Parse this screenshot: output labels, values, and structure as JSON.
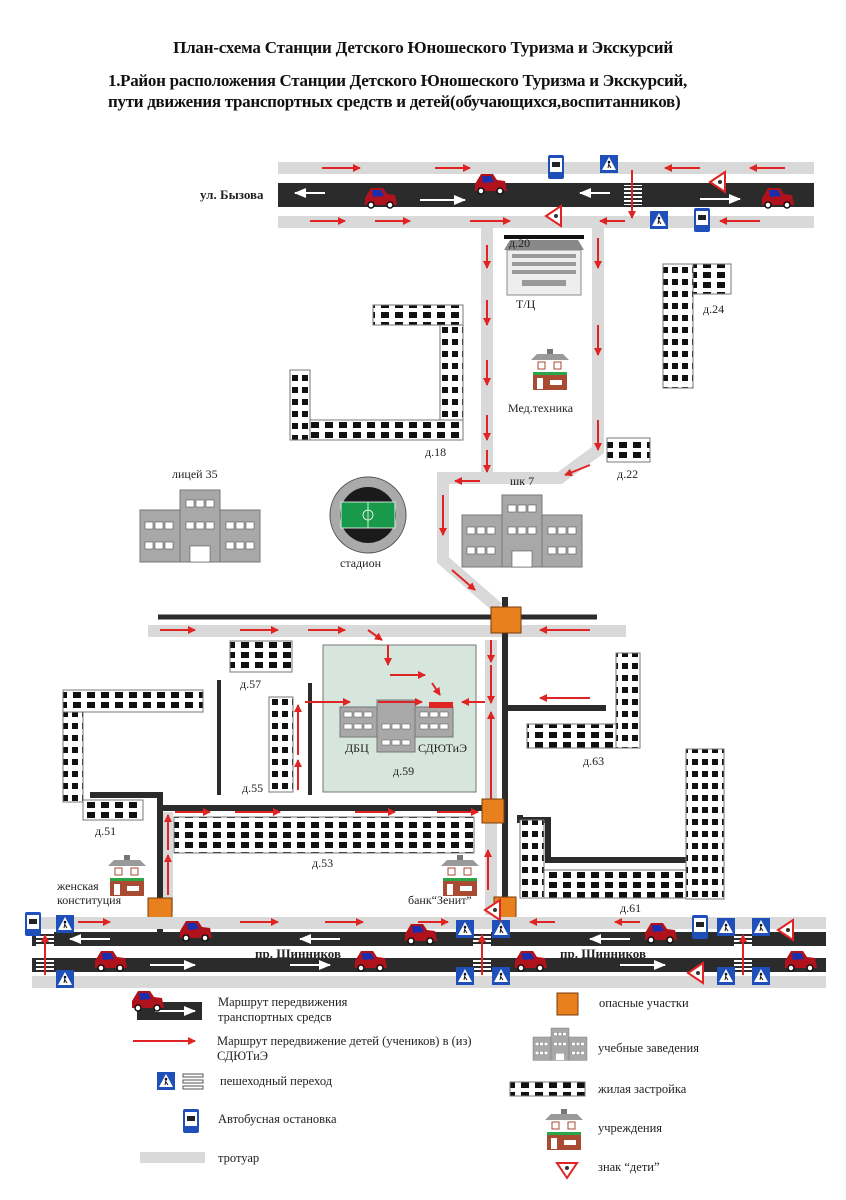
{
  "header": {
    "title": "План-схема Станции Детского Юношеского Туризма и Экскурсий",
    "subtitle_line1": "1.Район расположения Станции Детского Юношеского Туризма и Экскурсий,",
    "subtitle_line2": "пути движения транспортных средств и детей(обучающихся,воспитанников)"
  },
  "colors": {
    "road": "#2b2b2b",
    "sidewalk": "#d9d9d9",
    "route_arrow": "#e02424",
    "danger_zone": "#e8801e",
    "school_building": "#a8a8a8",
    "target_area": "#d6e6dc",
    "sign_blue": "#1f4fb8",
    "car": "#b0121b"
  },
  "streets": {
    "top": "ул. Бызова",
    "bottom_left": "пр. Шинников",
    "bottom_right": "пр. Шинников"
  },
  "labels": {
    "d20": "д.20",
    "tc": "Т/Ц",
    "med": "Мед.техника",
    "d24": "д.24",
    "d18": "д.18",
    "d22": "д.22",
    "lyceum": "лицей 35",
    "stadium": "стадион",
    "school7": "шк 7",
    "d57": "д.57",
    "d55": "д.55",
    "dbc": "ДБЦ",
    "sdyute": "СДЮТиЭ",
    "d59": "д.59",
    "d63": "д.63",
    "d51": "д.51",
    "d53": "д.53",
    "womens1": "женская",
    "womens2": "конституция",
    "bank": "банк“Зенит”",
    "d61": "д.61"
  },
  "legend": {
    "items": [
      {
        "icon": "car-road-icon",
        "label": "Маршрут передвижения транспортных средсв"
      },
      {
        "icon": "red-arrow-icon",
        "label": "Маршрут передвижение детей (учеников) в (из) СДЮТиЭ"
      },
      {
        "icon": "pedestrian-crossing-icon",
        "label": "пешеходный переход"
      },
      {
        "icon": "bus-stop-icon",
        "label": "Автобусная остановка"
      },
      {
        "icon": "sidewalk-icon",
        "label": "тротуар"
      },
      {
        "icon": "danger-zone-icon",
        "label": "опасные участки"
      },
      {
        "icon": "school-icon",
        "label": "учебные заведения"
      },
      {
        "icon": "residential-icon",
        "label": "жилая застройка"
      },
      {
        "icon": "institution-icon",
        "label": "учреждения"
      },
      {
        "icon": "children-sign-icon",
        "label": "знак “дети”"
      }
    ]
  }
}
